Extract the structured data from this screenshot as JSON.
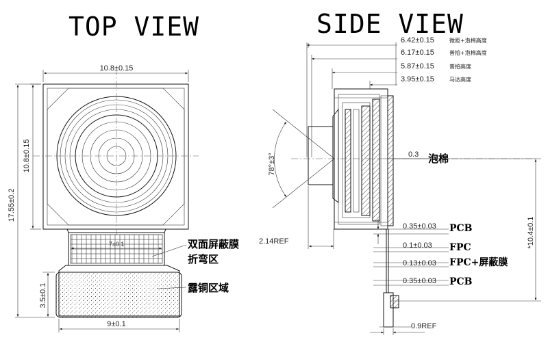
{
  "top_view": {
    "title": "TOP VIEW",
    "dim_width": "10.8±0.15",
    "dim_height": "10.8±0.15",
    "dim_total": "17.55±0.2",
    "dim_flex": "7±0.1",
    "dim_pad_h": "3.5±0.1",
    "dim_pad_w": "9±0.1",
    "label_flex": "双面屏蔽膜",
    "label_flex2": "折弯区",
    "label_copper": "露铜区域"
  },
  "side_view": {
    "title": "SIDE VIEW",
    "heights": [
      {
        "value": "6.42±0.15",
        "note": "微距+泡棉高度"
      },
      {
        "value": "6.17±0.15",
        "note": "普拍+泡棉高度"
      },
      {
        "value": "5.87±0.15",
        "note": "普拍高度"
      },
      {
        "value": "3.95±0.15",
        "note": "马达高度"
      }
    ],
    "angle": "78°±3°",
    "foam_value": "0.3",
    "foam_label": "泡棉",
    "ref_left": "2.14REF",
    "side_total": "*10.4±0.1",
    "layers": [
      {
        "value": "0.35±0.03",
        "label": "PCB"
      },
      {
        "value": "0.1±0.03",
        "label": "FPC"
      },
      {
        "value": "0.13±0.03",
        "label": "FPC+屏蔽膜"
      },
      {
        "value": "0.35±0.03",
        "label": "PCB"
      }
    ],
    "ref_bottom": "0.9REF"
  }
}
